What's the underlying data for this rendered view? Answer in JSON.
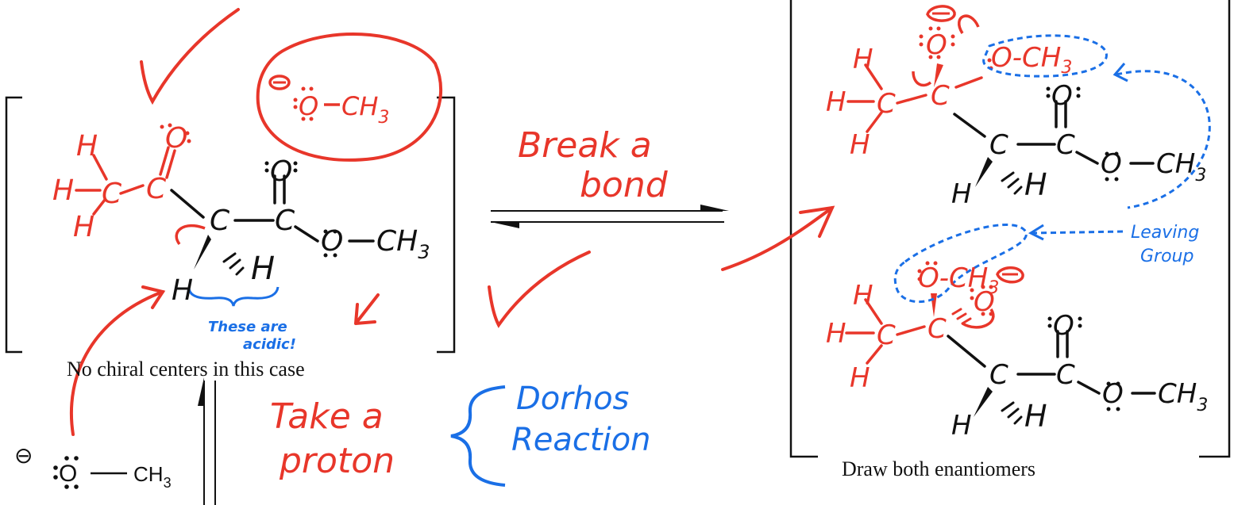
{
  "colors": {
    "ink": "#111111",
    "red": "#e8362a",
    "blue": "#1a6fe6"
  },
  "printed": {
    "caption_left": "No chiral centers in this case",
    "caption_right": "Draw both enantiomers",
    "methoxide_charge": "⊖",
    "methoxide_O": "O",
    "methoxide_CH3": "CH",
    "methoxide_sub": "3"
  },
  "annotations": {
    "break_1": "Break a",
    "break_2": "bond",
    "take_1": "Take a",
    "take_2": "proton",
    "brand_1": "Dorhos",
    "brand_2": "Reaction",
    "acidic_1": "These are",
    "acidic_2": "acidic!",
    "leaving_1": "Leaving",
    "leaving_2": "Group"
  },
  "molecule_left": {
    "H1": "H",
    "H2": "H",
    "H3": "H",
    "C_methyl": "C",
    "C_carbonyl": "C",
    "O_ketone": "O",
    "C_alpha": "C",
    "C_ester": "C",
    "O_ester": "O",
    "O_ether": "O",
    "CH3": "CH",
    "CH3_sub": "3",
    "H_wedge": "H",
    "H_dash": "H"
  },
  "methoxide_red": {
    "O": "O",
    "CH3": "CH",
    "sub": "3"
  },
  "molecule_top": {
    "H1": "H",
    "H2": "H",
    "H3": "H",
    "C_methyl": "C",
    "C_tet": "C",
    "O_top": "O",
    "O_CH3": "O-CH",
    "sub": "3",
    "O_ester": "O",
    "C_alpha": "C",
    "C_ester": "C",
    "O_ether": "O",
    "CH3": "CH",
    "CH3_sub": "3",
    "H_wedge": "H",
    "H_dash": "H"
  },
  "molecule_bottom": {
    "H1": "H",
    "H2": "H",
    "H3": "H",
    "C_methyl": "C",
    "C_tet": "C",
    "O_CH3": "O-CH",
    "sub": "3",
    "O_minus": "O",
    "O_ester": "O",
    "C_alpha": "C",
    "C_ester": "C",
    "O_ether": "O",
    "CH3": "CH",
    "CH3_sub": "3",
    "H_wedge": "H",
    "H_dash": "H"
  }
}
